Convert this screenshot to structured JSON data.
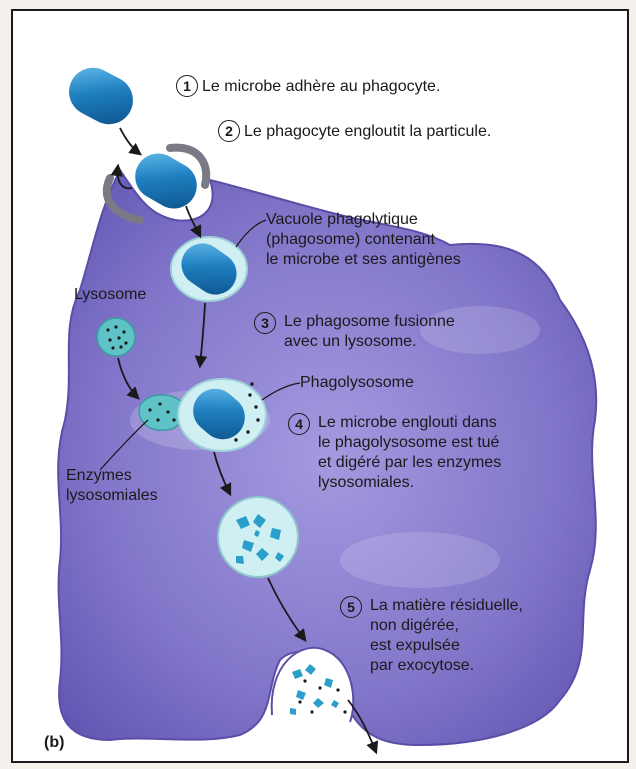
{
  "steps": [
    {
      "num": "1",
      "text": "Le microbe adhère au phagocyte."
    },
    {
      "num": "2",
      "text": "Le phagocyte engloutit la particule."
    },
    {
      "num": "3",
      "lines": [
        "Le phagosome fusionne",
        "avec un lysosome."
      ]
    },
    {
      "num": "4",
      "lines": [
        "Le microbe englouti dans",
        "le phagolysosome est tué",
        "et digéré par les enzymes",
        "lysosomiales."
      ]
    },
    {
      "num": "5",
      "lines": [
        "La matière résiduelle,",
        "non digérée,",
        "est expulsée",
        "par exocytose."
      ]
    }
  ],
  "labels": {
    "vacuole": [
      "Vacuole phagolytique",
      "(phagosome) contenant",
      "le microbe et ses antigènes"
    ],
    "lysosome": "Lysosome",
    "phagolysosome": "Phagolysosome",
    "enzymes": [
      "Enzymes",
      "lysosomiales"
    ],
    "panel": "(b)"
  },
  "colors": {
    "cell": "#7f74c9",
    "microbe": "#1f7fc0",
    "vacuole": "#cfeff2",
    "enzymes": "#5fc2c6"
  }
}
